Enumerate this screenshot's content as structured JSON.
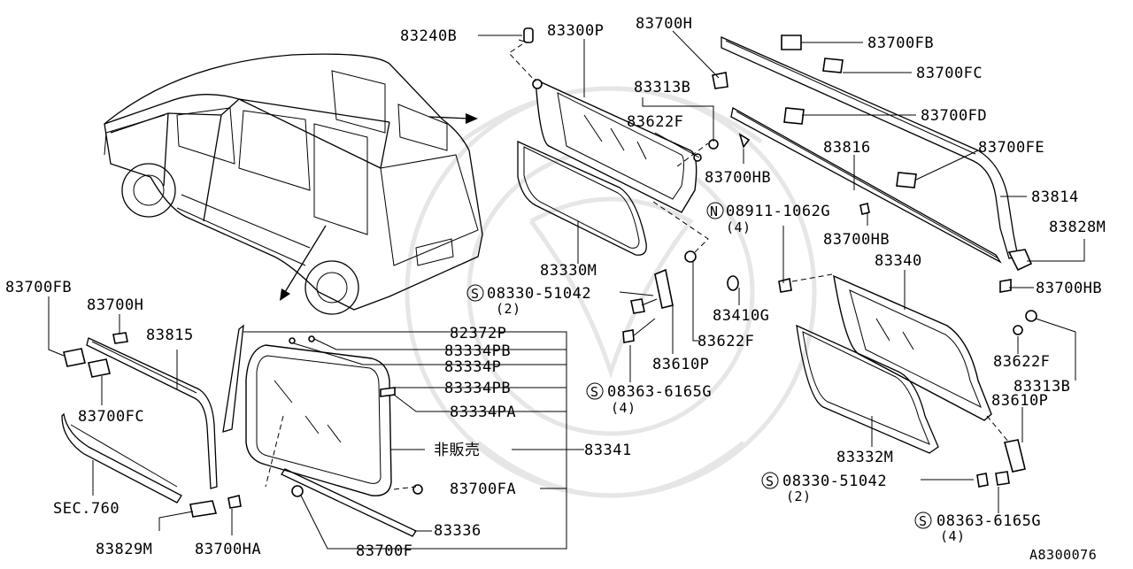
{
  "diagram": {
    "code": "A8300076",
    "labels": {
      "p83240B": "83240B",
      "p83300P": "83300P",
      "p83700H_top": "83700H",
      "p83313B_top": "83313B",
      "p83622F_top": "83622F",
      "p83700HB_top": "83700HB",
      "p83700FB_top": "83700FB",
      "p83700FC_top": "83700FC",
      "p83700FD": "83700FD",
      "p83700FE": "83700FE",
      "p83816": "83816",
      "p83814": "83814",
      "n08911": "08911-1062G",
      "n08911_qty": "(4)",
      "p83700HB_mid": "83700HB",
      "p83828M": "83828M",
      "p83340": "83340",
      "p83700HB_right": "83700HB",
      "p83330M": "83330M",
      "s08330_top": "08330-51042",
      "s08330_top_qty": "(2)",
      "p83410G": "83410G",
      "p83622F_mid": "83622F",
      "p83610P_mid": "83610P",
      "s08363_mid": "08363-6165G",
      "s08363_mid_qty": "(4)",
      "p83622F_right": "83622F",
      "p83313B_right": "83313B",
      "p83610P_right": "83610P",
      "p83332M": "83332M",
      "s08330_right": "08330-51042",
      "s08330_right_qty": "(2)",
      "s08363_right": "08363-6165G",
      "s08363_right_qty": "(4)",
      "p83700FB_left": "83700FB",
      "p83700H_left": "83700H",
      "p83815": "83815",
      "p83700FC_left": "83700FC",
      "sec760": "SEC.760",
      "p83829M": "83829M",
      "p83700HA": "83700HA",
      "p82372P": "82372P",
      "p83334PB_1": "83334PB",
      "p83334P": "83334P",
      "p83334PB_2": "83334PB",
      "p83334PA": "83334PA",
      "not_for_sale": "非販売",
      "p83341": "83341",
      "p83700FA": "83700FA",
      "p83336": "83336",
      "p83700F": "83700F"
    },
    "circled": {
      "N": "N",
      "S": "S"
    }
  }
}
